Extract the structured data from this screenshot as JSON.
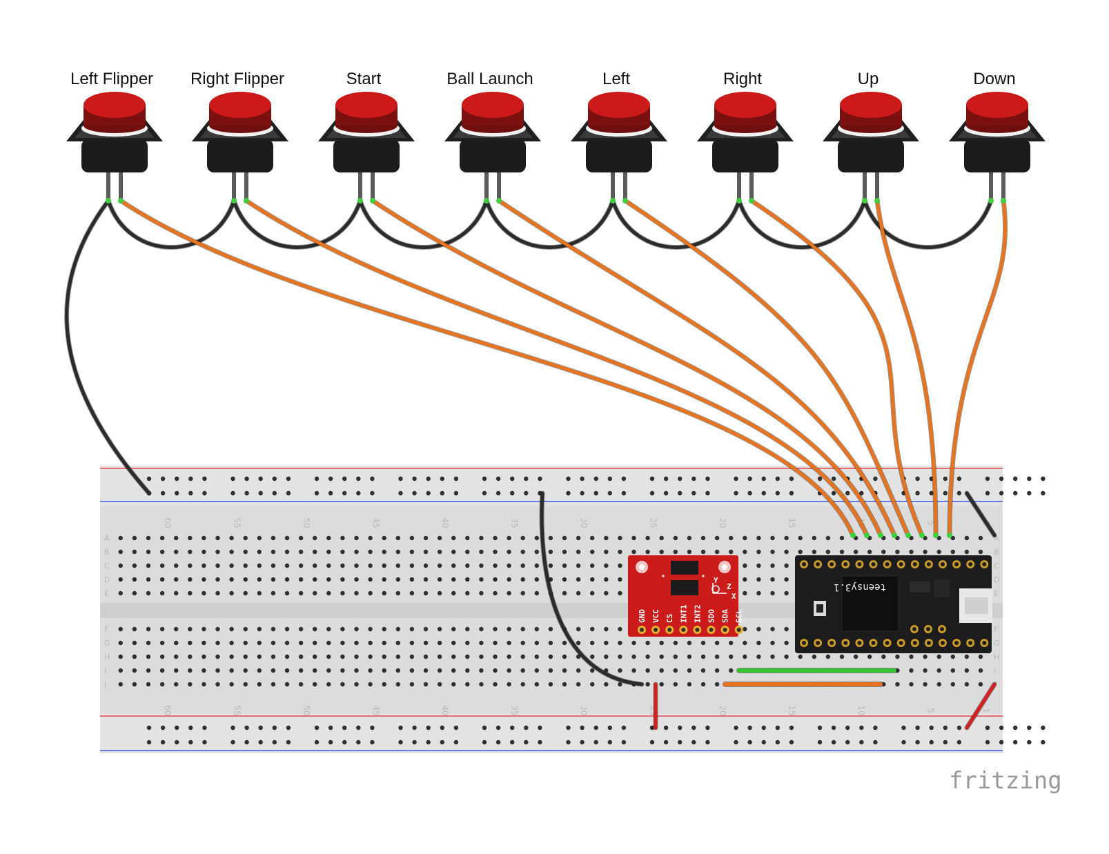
{
  "buttons": [
    {
      "label": "Left Flipper"
    },
    {
      "label": "Right Flipper"
    },
    {
      "label": "Start"
    },
    {
      "label": "Ball Launch"
    },
    {
      "label": "Left"
    },
    {
      "label": "Right"
    },
    {
      "label": "Up"
    },
    {
      "label": "Down"
    }
  ],
  "breadboard": {
    "row_letters_top": [
      "A",
      "B",
      "C",
      "D",
      "E"
    ],
    "row_letters_bottom": [
      "F",
      "G",
      "H",
      "I",
      "J"
    ],
    "column_numbers": [
      "60",
      "55",
      "50",
      "45",
      "40",
      "35",
      "30",
      "25",
      "20",
      "15",
      "10",
      "5",
      "1"
    ]
  },
  "accelerometer": {
    "pins": [
      "GND",
      "VCC",
      "CS",
      "INT1",
      "INT2",
      "SDO",
      "SDA",
      "SCL"
    ],
    "axes": [
      "Y",
      "Z",
      "X"
    ]
  },
  "microcontroller": {
    "label": "teensy3.1"
  },
  "brand": "fritzing",
  "colors": {
    "signal_wire": "#e8731e",
    "ground_wire": "#2b2b2b",
    "power_wire": "#d42020",
    "jumper_wire": "#35c635",
    "button_cap": "#cc1a1a",
    "breakout_board": "#cc1b1b",
    "teensy_board": "#1c1c1c"
  }
}
